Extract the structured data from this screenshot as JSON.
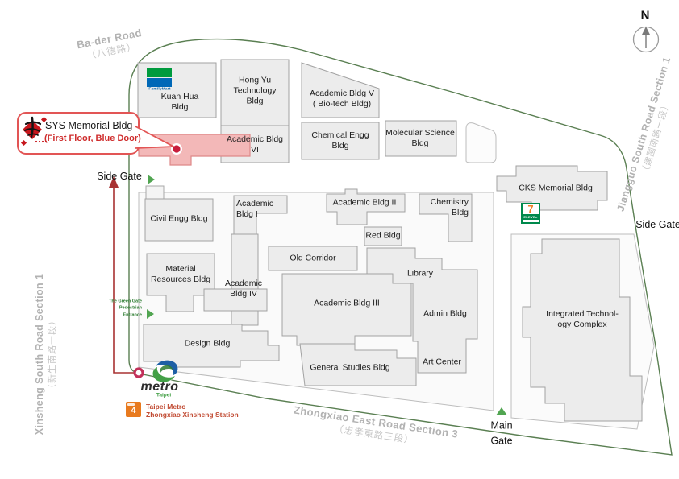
{
  "compass": {
    "label": "N"
  },
  "roads": {
    "bader": {
      "en": "Ba-der Road",
      "zh": "（八德路）"
    },
    "xinsheng": {
      "en": "Xinsheng South Road Section 1",
      "zh": "（新生南路一段）"
    },
    "jiangguo": {
      "en": "Jiangguo South Road Section 1",
      "zh": "（建國南路一段）"
    },
    "zhongxiao": {
      "en": "Zhongxiao East Road Section 3",
      "zh": "（忠孝東路三段）"
    }
  },
  "gates": {
    "side_left": "Side Gate",
    "side_right": "Side Gate",
    "main_lines": [
      "Main",
      "Gate"
    ]
  },
  "callout": {
    "title": "SYS Memorial Bldg",
    "subtitle": "(First Floor, Blue Door)"
  },
  "pedestrian_entrance": {
    "lines": [
      "The Green Gate",
      "Pedestrian",
      "Entrance"
    ]
  },
  "metro": {
    "logo_text": "metro",
    "logo_sub": "Taipei",
    "badge": "4",
    "station_line1": "Taipei Metro",
    "station_line2": "Zhongxiao Xinsheng Station"
  },
  "stores": {
    "familymart": "FamilyMart",
    "seven_eleven_top": "7",
    "seven_eleven_bottom": "ELEVEn"
  },
  "buildings": [
    {
      "name": "kuan-hua",
      "lines": [
        "Kuan Hua",
        "Bldg"
      ]
    },
    {
      "name": "hong-yu",
      "lines": [
        "Hong Yu",
        "Technology",
        "Bldg"
      ]
    },
    {
      "name": "academic-v",
      "lines": [
        "Academic Bldg V",
        "( Bio-tech Bldg)"
      ]
    },
    {
      "name": "academic-vi",
      "lines": [
        "Academic Bldg",
        "VI"
      ]
    },
    {
      "name": "chemical-engg",
      "lines": [
        "Chemical Engg",
        "Bldg"
      ]
    },
    {
      "name": "molecular-science",
      "lines": [
        "Molecular Science",
        "Bldg"
      ]
    },
    {
      "name": "cks-memorial",
      "lines": [
        "CKS Memorial Bldg"
      ]
    },
    {
      "name": "civil-engg",
      "lines": [
        "Civil Engg Bldg"
      ]
    },
    {
      "name": "academic-i",
      "lines": [
        "Academic",
        "Bldg I"
      ]
    },
    {
      "name": "academic-ii",
      "lines": [
        "Academic Bldg II"
      ]
    },
    {
      "name": "chemistry",
      "lines": [
        "Chemistry",
        "Bldg"
      ]
    },
    {
      "name": "red",
      "lines": [
        "Red Bldg"
      ]
    },
    {
      "name": "old-corridor",
      "lines": [
        "Old Corridor"
      ]
    },
    {
      "name": "material-resources",
      "lines": [
        "Material",
        "Resources Bldg"
      ]
    },
    {
      "name": "academic-iv",
      "lines": [
        "Academic",
        "Bldg IV"
      ]
    },
    {
      "name": "academic-iii",
      "lines": [
        "Academic Bldg III"
      ]
    },
    {
      "name": "library",
      "lines": [
        "Library"
      ]
    },
    {
      "name": "admin",
      "lines": [
        "Admin Bldg"
      ]
    },
    {
      "name": "art-center",
      "lines": [
        "Art Center"
      ]
    },
    {
      "name": "design",
      "lines": [
        "Design Bldg"
      ]
    },
    {
      "name": "general-studies",
      "lines": [
        "General Studies Bldg"
      ]
    },
    {
      "name": "integrated-technology",
      "lines": [
        "Integrated Technol-",
        "ogy Complex"
      ]
    }
  ],
  "colors": {
    "boundary_green": "#5a7f52",
    "building_fill": "#ececec",
    "building_stroke": "#a2a2a2",
    "highlight_pink": "#f3b8b8",
    "highlight_pink_border": "#de8888",
    "callout_red": "#e25555",
    "marker_red": "#c81e3c",
    "route_red": "#a83232",
    "gate_green": "#51a551",
    "road_text_gray": "#b2b2b2",
    "station_text_red": "#c14b33",
    "metro_badge_orange": "#e87a1e",
    "familymart_green": "#009b3e",
    "familymart_blue": "#0068b7",
    "seven_eleven_green": "#00894c",
    "seven_eleven_orange": "#f07f26"
  }
}
